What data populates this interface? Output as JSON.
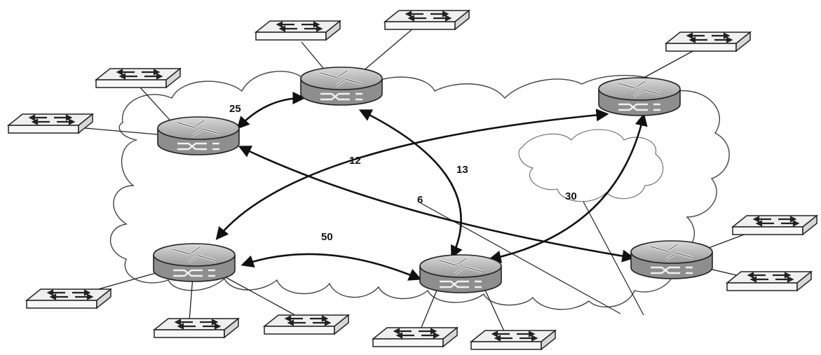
{
  "diagram": {
    "routers": [
      {
        "id": "r-top-center"
      },
      {
        "id": "r-top-right"
      },
      {
        "id": "r-left"
      },
      {
        "id": "r-bottom-left"
      },
      {
        "id": "r-bottom-center"
      },
      {
        "id": "r-right"
      }
    ],
    "links": [
      {
        "from": "r-left",
        "to": "r-top-center",
        "label": "25"
      },
      {
        "from": "r-bottom-left",
        "to": "r-top-right",
        "label": "12"
      },
      {
        "from": "r-top-center",
        "to": "r-bottom-center",
        "label": "13"
      },
      {
        "from": "r-left",
        "to": "r-right",
        "label": "6"
      },
      {
        "from": "r-bottom-center",
        "to": "r-top-right",
        "label": "30"
      },
      {
        "from": "r-bottom-left",
        "to": "r-bottom-center",
        "label": "50"
      }
    ]
  }
}
